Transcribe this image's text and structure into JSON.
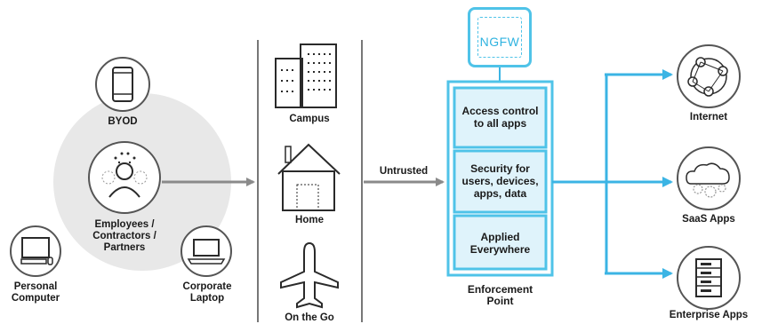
{
  "colors": {
    "accent": "#3bb4e4",
    "accent_light": "#dff3fb",
    "gray_circle": "#e6e6e6",
    "icon_dark": "#2a2a2a",
    "connector_gray": "#8a8a8a"
  },
  "users": {
    "byod": "BYOD",
    "employees": "Employees /\nContractors /\nPartners",
    "personal_computer": "Personal\nComputer",
    "corporate_laptop": "Corporate\nLaptop"
  },
  "locations": {
    "campus": "Campus",
    "home": "Home",
    "on_the_go": "On the Go"
  },
  "connector_label": "Untrusted",
  "ngfw_label": "NGFW",
  "enforcement": {
    "boxes": [
      "Access control\nto all apps",
      "Security for\nusers, devices,\napps, data",
      "Applied\nEverywhere"
    ],
    "caption": "Enforcement\nPoint"
  },
  "destinations": {
    "internet": "Internet",
    "saas": "SaaS Apps",
    "enterprise": "Enterprise Apps"
  },
  "icons": [
    "phone-icon",
    "user-icon",
    "desktop-icon",
    "laptop-icon",
    "building-icon",
    "house-icon",
    "airplane-icon",
    "network-icon",
    "cloud-gears-icon",
    "server-icon"
  ]
}
